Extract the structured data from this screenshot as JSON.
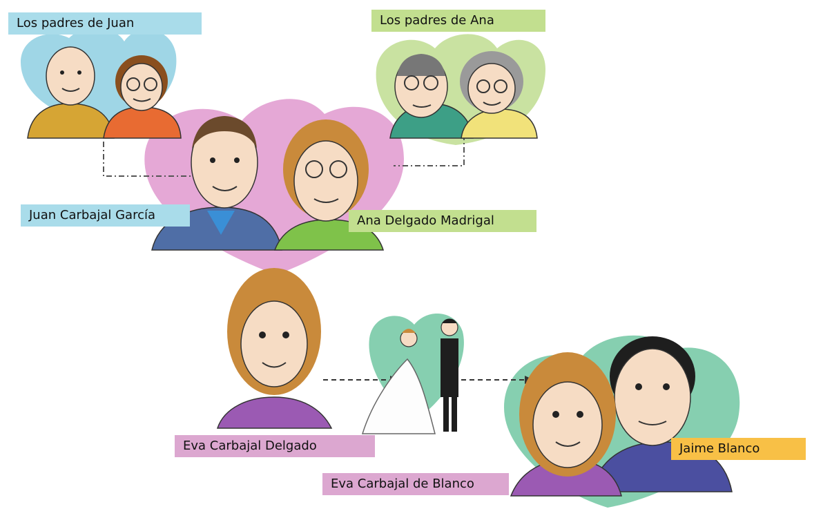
{
  "colors": {
    "blue_label": "#a9dcea",
    "green_label": "#c2df8f",
    "pink_label": "#dca7d0",
    "orange_label": "#f8c046",
    "heart_blue": "#9fd6e6",
    "heart_green": "#c9e2a1",
    "heart_pink": "#e5a8d6",
    "heart_teal": "#86cfb0",
    "skin": "#f6dcc4",
    "hair_brown": "#c98a3b",
    "hair_dark": "#1e1e1e",
    "hair_grey": "#9a9a9a",
    "shirt_blue": "#4f6ea6",
    "shirt_green": "#7fc24a",
    "shirt_purple": "#9b5ab3",
    "shirt_orange": "#e86b32",
    "shirt_mustard": "#d6a534",
    "shirt_yellow": "#f1e27a",
    "shirt_teal": "#3d9f86"
  },
  "labels": {
    "juan_parents": "Los padres de Juan",
    "ana_parents": "Los padres de Ana",
    "juan": "Juan Carbajal García",
    "ana": "Ana Delgado Madrigal",
    "eva_single": "Eva Carbajal Delgado",
    "jaime": "Jaime Blanco",
    "eva_married": "Eva Carbajal de Blanco"
  }
}
